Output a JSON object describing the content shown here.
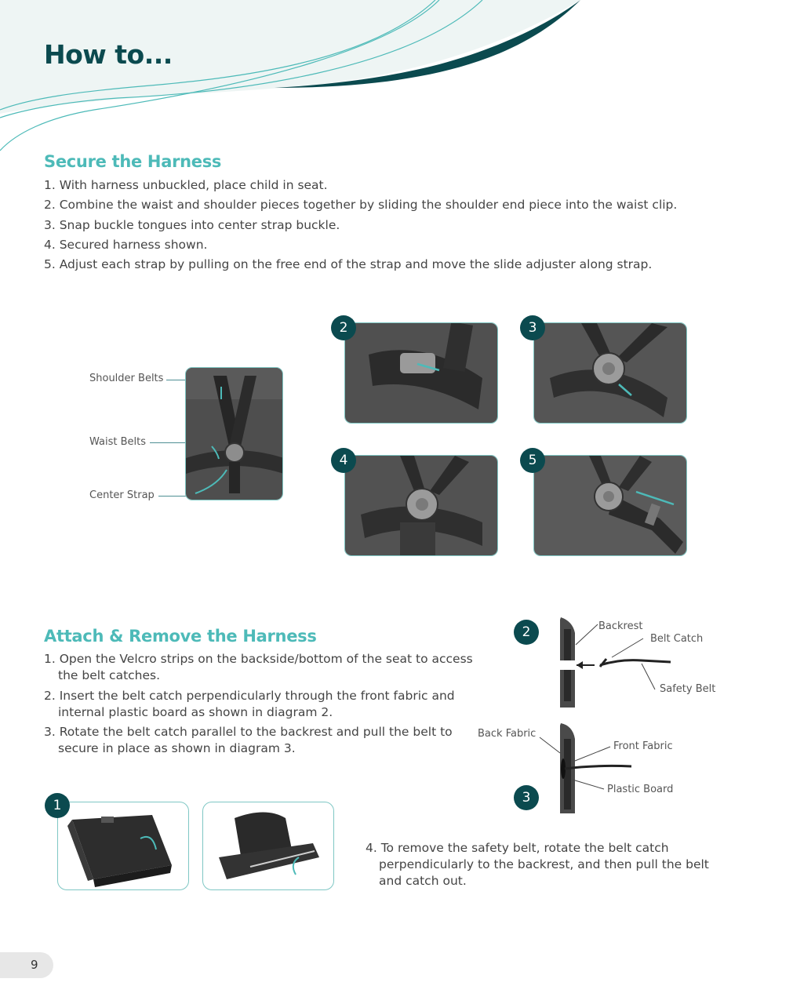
{
  "page": {
    "title": "How to...",
    "page_number": "9"
  },
  "colors": {
    "dark_teal": "#0b4a4f",
    "accent_teal": "#4dbab8",
    "outline_teal": "#7fc7c4"
  },
  "secure": {
    "heading": "Secure the Harness",
    "steps": [
      "1. With harness unbuckled, place child in seat.",
      "2. Combine the waist and shoulder pieces together by sliding the shoulder end piece into the waist clip.",
      "3. Snap buckle tongues into center strap buckle.",
      "4. Secured harness shown.",
      "5. Adjust each strap by pulling on the free end of the strap and move the slide adjuster along strap."
    ],
    "labels": {
      "shoulder": "Shoulder Belts",
      "waist": "Waist Belts",
      "center": "Center Strap"
    },
    "photo_badges": [
      "2",
      "3",
      "4",
      "5"
    ]
  },
  "attach": {
    "heading": "Attach & Remove the Harness",
    "steps": [
      "1. Open the Velcro strips on the backside/bottom of the seat to access the belt catches.",
      "2. Insert the belt catch perpendicularly through the front fabric and internal plastic board as shown in diagram 2.",
      "3. Rotate the belt catch parallel to the backrest and pull the belt to secure in place as shown in diagram 3."
    ],
    "step4": "4. To remove the safety belt, rotate the belt catch perpendicularly to the backrest, and then pull the belt and catch out.",
    "photo_badge": "1",
    "diagram2": {
      "badge": "2",
      "backrest": "Backrest",
      "belt_catch": "Belt Catch",
      "safety_belt": "Safety Belt"
    },
    "diagram3": {
      "badge": "3",
      "back_fabric": "Back Fabric",
      "front_fabric": "Front Fabric",
      "plastic_board": "Plastic Board"
    }
  }
}
